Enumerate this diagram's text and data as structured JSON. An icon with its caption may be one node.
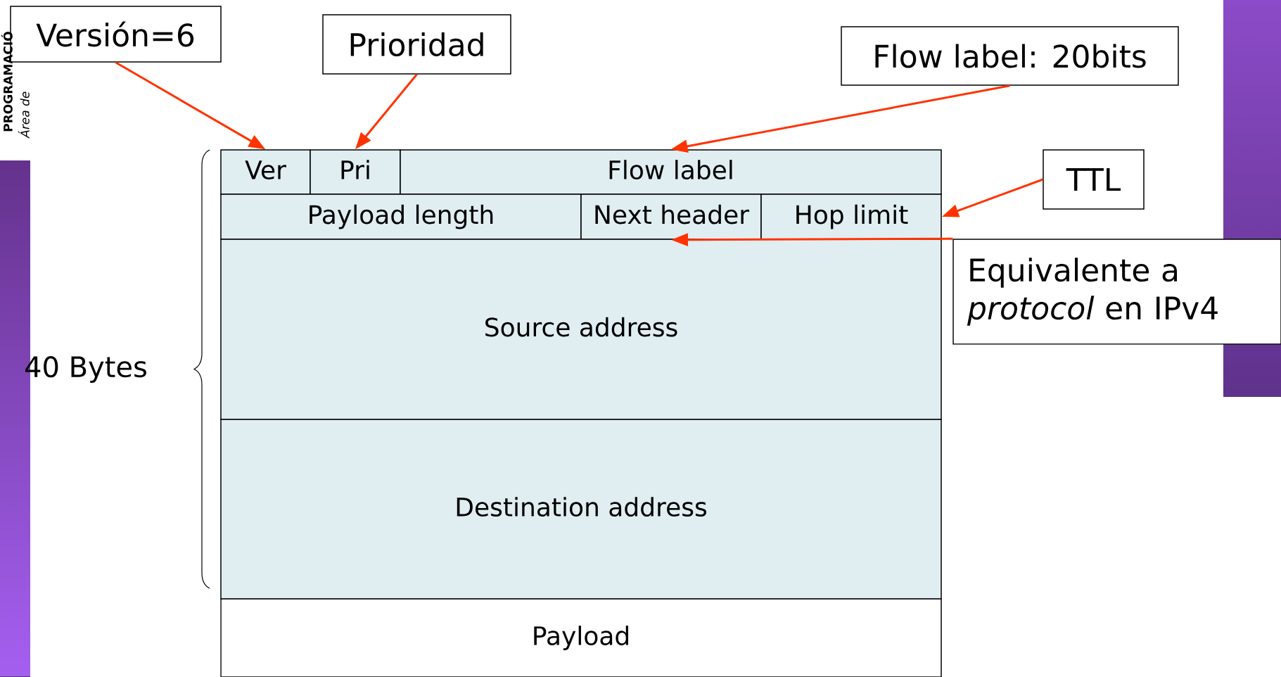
{
  "diagram": {
    "nodes": [
      {
        "text": [
          "Versión=6"
        ]
      },
      {
        "text": [
          "Prioridad"
        ]
      },
      {
        "text": [
          "Flow label: 20bits"
        ]
      },
      {
        "text": [
          "Ver"
        ]
      },
      {
        "text": [
          "Pri"
        ]
      },
      {
        "text": [
          "Flow label"
        ]
      },
      {
        "text": [
          "TTL"
        ]
      },
      {
        "text": [
          "Payload length"
        ]
      },
      {
        "text": [
          "Next header"
        ]
      },
      {
        "text": [
          "Hop limit"
        ]
      },
      {
        "text": [
          "Equivalente a *protocol* en IPv4"
        ]
      },
      {
        "text": [
          "Source address"
        ]
      },
      {
        "text": [
          "Destination address"
        ]
      },
      {
        "text": [
          "Payload"
        ]
      }
    ],
    "edges": [
      {
        "from": 0,
        "to": 3,
        "arrow": "to"
      },
      {
        "from": 1,
        "to": 4,
        "arrow": "to"
      },
      {
        "from": 2,
        "to": 5,
        "arrow": "to"
      },
      {
        "from": 6,
        "to": 9,
        "arrow": "to"
      },
      {
        "from": 10,
        "to": 8,
        "arrow": "to"
      }
    ],
    "labels": [
      "PROGRAMACIÓ",
      "Área de",
      "40 Bytes"
    ]
  }
}
